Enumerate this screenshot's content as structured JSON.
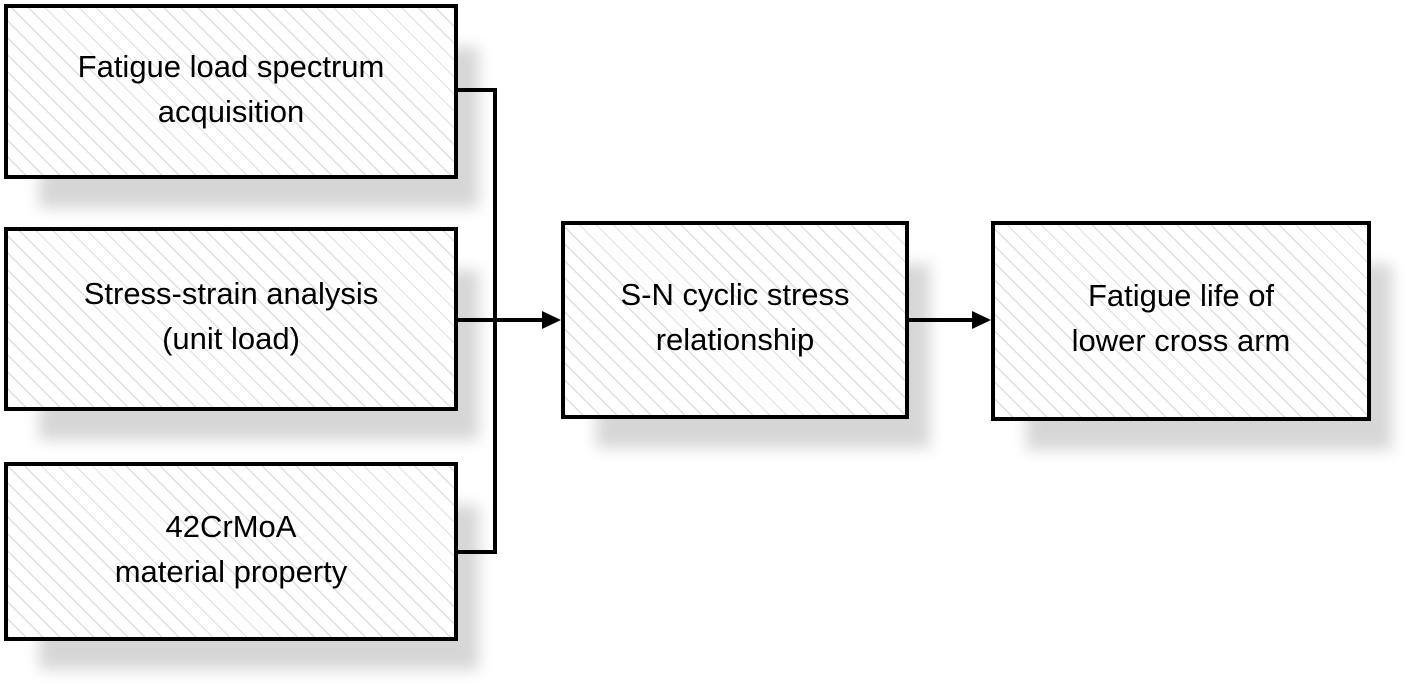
{
  "diagram": {
    "type": "flowchart",
    "colors": {
      "background": "#ffffff",
      "node_border": "#000000",
      "node_fill": "#ffffff",
      "node_hatch": "#dfdfdf",
      "text": "#000000",
      "connector": "#000000",
      "shadow": "rgba(0,0,0,0.16)"
    },
    "nodes": [
      {
        "id": "fatigue-load-spectrum-acquisition",
        "lines": [
          "Fatigue load spectrum",
          "acquisition"
        ]
      },
      {
        "id": "stress-strain-analysis-unit-load",
        "lines": [
          "Stress-strain analysis",
          "(unit load)"
        ]
      },
      {
        "id": "42crmoa-material-property",
        "lines": [
          "42CrMoA",
          "material property"
        ]
      },
      {
        "id": "s-n-cyclic-stress-relationship",
        "lines": [
          "S-N cyclic stress",
          "relationship"
        ]
      },
      {
        "id": "fatigue-life-of-lower-cross-arm",
        "lines": [
          "Fatigue life of",
          "lower cross arm"
        ]
      }
    ],
    "edges": [
      {
        "from": "fatigue-load-spectrum-acquisition",
        "to": "s-n-cyclic-stress-relationship",
        "style": "merged-into-arrow"
      },
      {
        "from": "stress-strain-analysis-unit-load",
        "to": "s-n-cyclic-stress-relationship",
        "style": "merged-into-arrow"
      },
      {
        "from": "42crmoa-material-property",
        "to": "s-n-cyclic-stress-relationship",
        "style": "merged-into-arrow"
      },
      {
        "from": "s-n-cyclic-stress-relationship",
        "to": "fatigue-life-of-lower-cross-arm",
        "style": "arrow"
      }
    ]
  }
}
